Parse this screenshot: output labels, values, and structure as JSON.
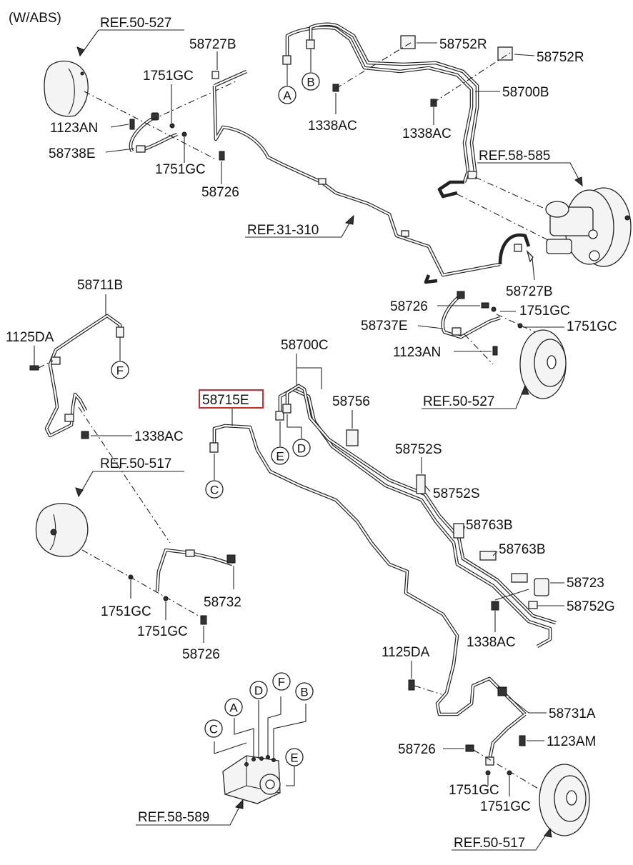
{
  "corner_label": "(W/ABS)",
  "highlighted_part": "58715E",
  "labels": [
    {
      "id": "ref-50-527-top",
      "text": "REF.50-527"
    },
    {
      "id": "p-58727B-top",
      "text": "58727B"
    },
    {
      "id": "p-1751GC-a",
      "text": "1751GC"
    },
    {
      "id": "p-1123AN-top",
      "text": "1123AN"
    },
    {
      "id": "p-58738E",
      "text": "58738E"
    },
    {
      "id": "p-1751GC-b",
      "text": "1751GC"
    },
    {
      "id": "p-58726-top",
      "text": "58726"
    },
    {
      "id": "ref-31-310",
      "text": "REF.31-310"
    },
    {
      "id": "p-58752R-a",
      "text": "58752R"
    },
    {
      "id": "p-58752R-b",
      "text": "58752R"
    },
    {
      "id": "p-58700B",
      "text": "58700B"
    },
    {
      "id": "p-1338AC-a",
      "text": "1338AC"
    },
    {
      "id": "p-1338AC-b",
      "text": "1338AC"
    },
    {
      "id": "ref-58-585",
      "text": "REF.58-585"
    },
    {
      "id": "p-58727B-right",
      "text": "58727B"
    },
    {
      "id": "p-58726-right",
      "text": "58726"
    },
    {
      "id": "p-58737E",
      "text": "58737E"
    },
    {
      "id": "p-1751GC-c",
      "text": "1751GC"
    },
    {
      "id": "p-1751GC-d",
      "text": "1751GC"
    },
    {
      "id": "p-1123AN-right",
      "text": "1123AN"
    },
    {
      "id": "ref-50-527-right",
      "text": "REF.50-527"
    },
    {
      "id": "p-58711B",
      "text": "58711B"
    },
    {
      "id": "p-1125DA-left",
      "text": "1125DA"
    },
    {
      "id": "p-1338AC-left",
      "text": "1338AC"
    },
    {
      "id": "p-58700C",
      "text": "58700C"
    },
    {
      "id": "p-58715E",
      "text": "58715E"
    },
    {
      "id": "p-58756",
      "text": "58756"
    },
    {
      "id": "p-58752S-a",
      "text": "58752S"
    },
    {
      "id": "p-58752S-b",
      "text": "58752S"
    },
    {
      "id": "p-58763B-a",
      "text": "58763B"
    },
    {
      "id": "p-58763B-b",
      "text": "58763B"
    },
    {
      "id": "p-58723",
      "text": "58723"
    },
    {
      "id": "p-58752G",
      "text": "58752G"
    },
    {
      "id": "p-1338AC-c",
      "text": "1338AC"
    },
    {
      "id": "ref-50-517-left",
      "text": "REF.50-517"
    },
    {
      "id": "p-58732",
      "text": "58732"
    },
    {
      "id": "p-1751GC-e",
      "text": "1751GC"
    },
    {
      "id": "p-1751GC-f",
      "text": "1751GC"
    },
    {
      "id": "p-58726-left",
      "text": "58726"
    },
    {
      "id": "p-1125DA-right",
      "text": "1125DA"
    },
    {
      "id": "p-58731A",
      "text": "58731A"
    },
    {
      "id": "p-1123AM",
      "text": "1123AM"
    },
    {
      "id": "p-58726-bottom",
      "text": "58726"
    },
    {
      "id": "p-1751GC-g",
      "text": "1751GC"
    },
    {
      "id": "p-1751GC-h",
      "text": "1751GC"
    },
    {
      "id": "ref-50-517-bottom",
      "text": "REF.50-517"
    },
    {
      "id": "ref-58-589",
      "text": "REF.58-589"
    }
  ],
  "connectors": [
    {
      "id": "top-A",
      "letter": "A"
    },
    {
      "id": "top-B",
      "letter": "B"
    },
    {
      "id": "left-F",
      "letter": "F"
    },
    {
      "id": "mid-C",
      "letter": "C"
    },
    {
      "id": "mid-E",
      "letter": "E"
    },
    {
      "id": "mid-D",
      "letter": "D"
    },
    {
      "id": "abs-C",
      "letter": "C"
    },
    {
      "id": "abs-A",
      "letter": "A"
    },
    {
      "id": "abs-D",
      "letter": "D"
    },
    {
      "id": "abs-F",
      "letter": "F"
    },
    {
      "id": "abs-B",
      "letter": "B"
    },
    {
      "id": "abs-E",
      "letter": "E"
    }
  ]
}
